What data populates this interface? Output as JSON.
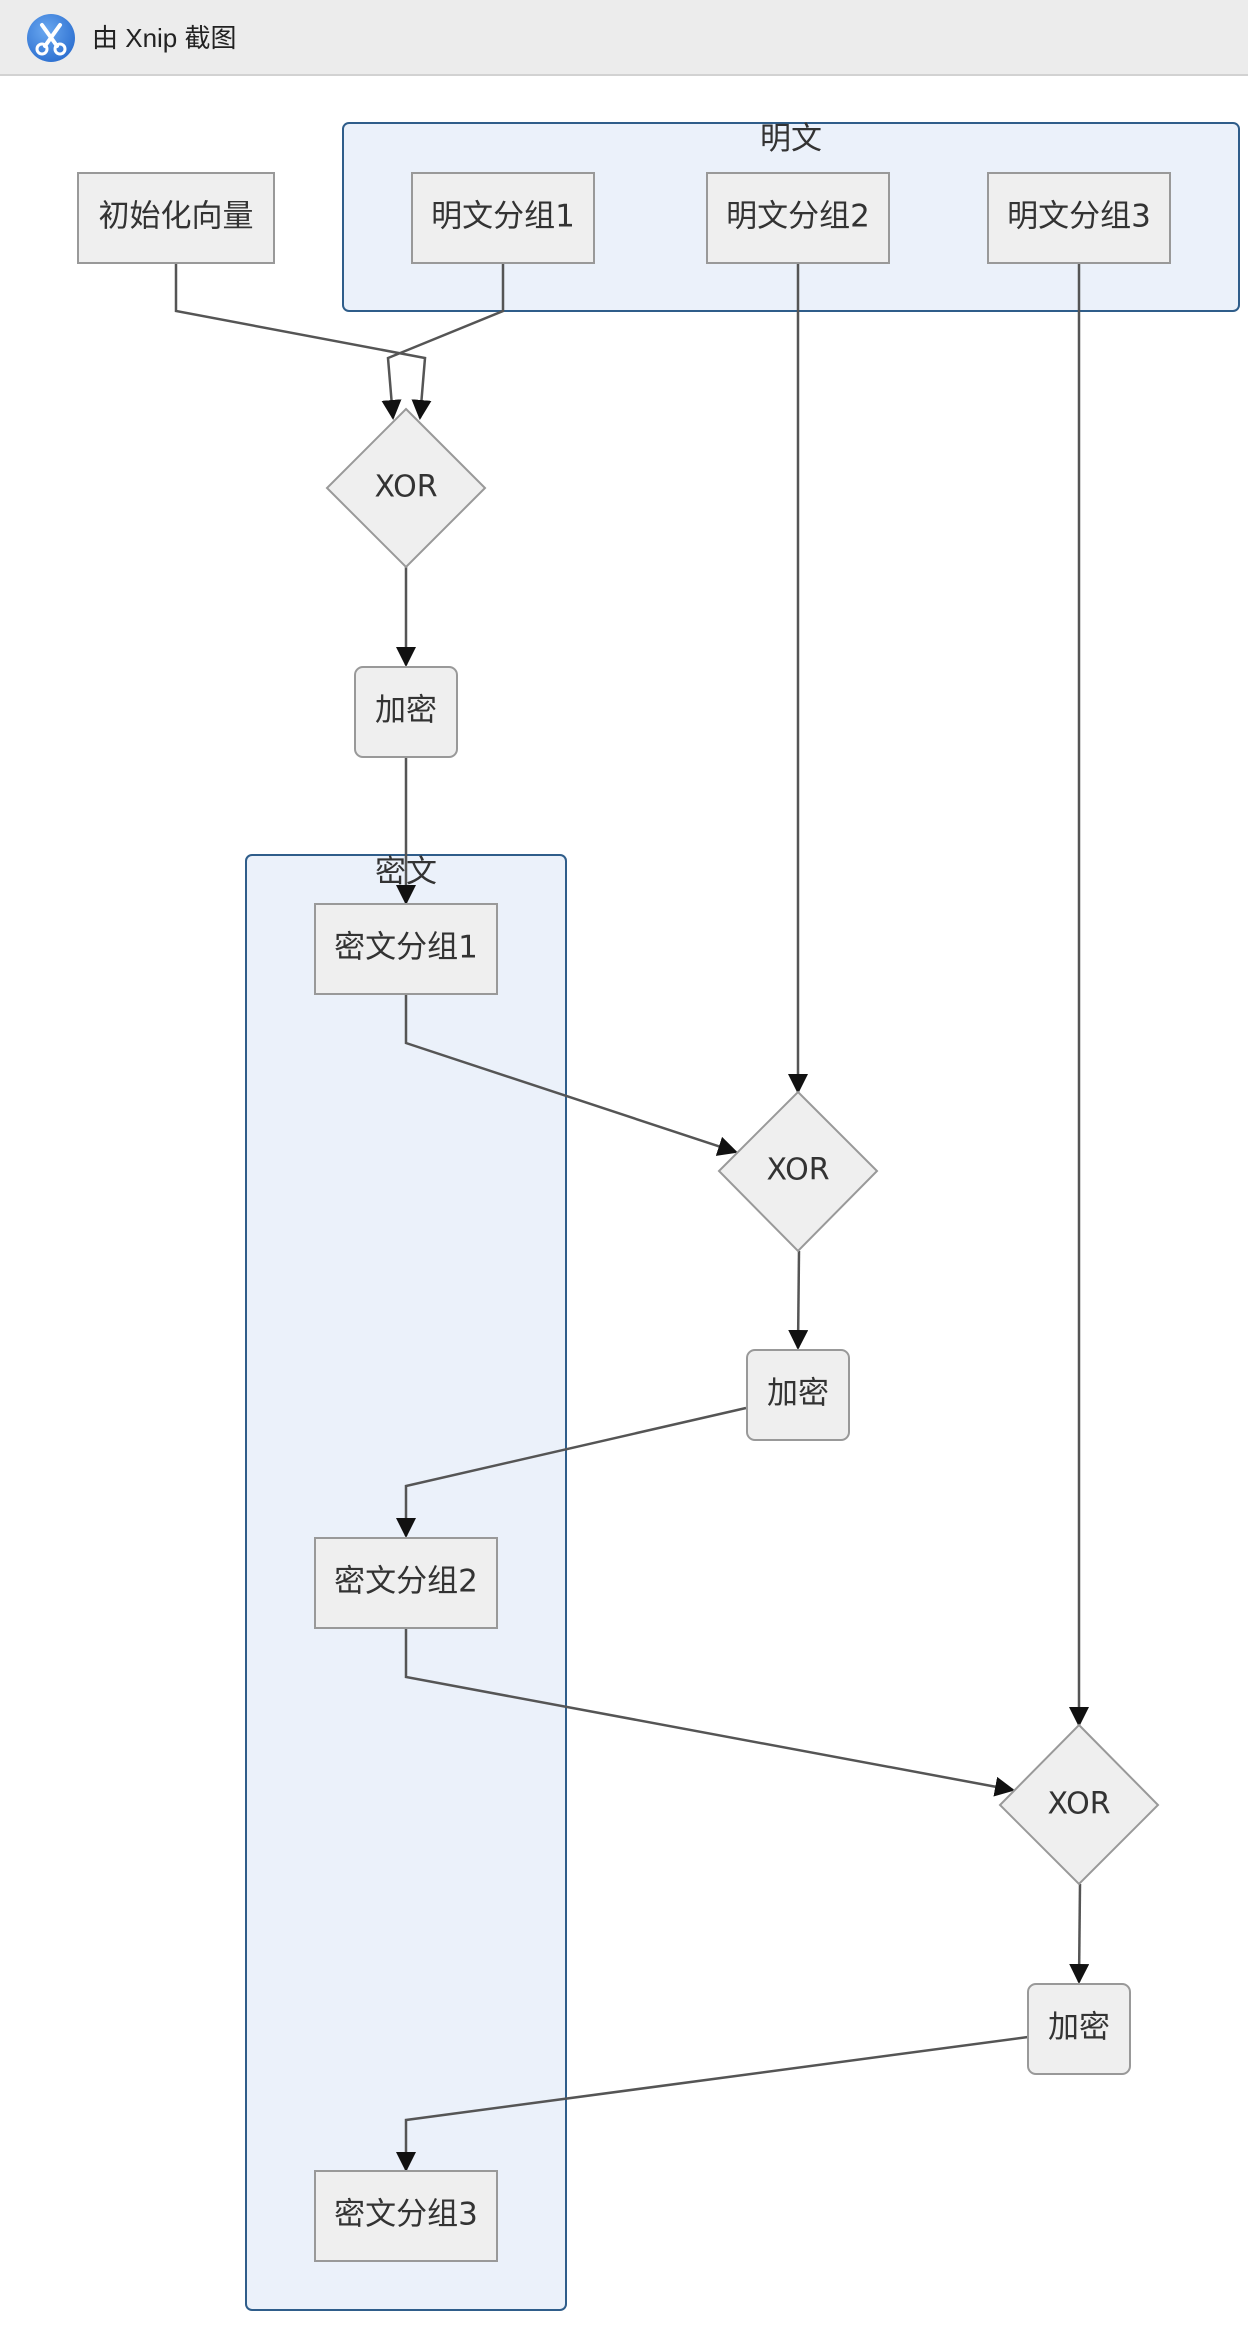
{
  "window": {
    "title": "由 Xnip 截图",
    "icon": "scissors-icon"
  },
  "diagram": {
    "plaintext_group": {
      "label": "明文",
      "blocks": [
        "明文分组1",
        "明文分组2",
        "明文分组3"
      ]
    },
    "ciphertext_group": {
      "label": "密文",
      "blocks": [
        "密文分组1",
        "密文分组2",
        "密文分组3"
      ]
    },
    "iv": "初始化向量",
    "xor_label": "XOR",
    "encrypt_label": "加密",
    "colors": {
      "group_fill": "#ebf1fa",
      "group_border": "#2f5d8a",
      "node_fill": "#efefef",
      "node_border": "#999999",
      "edge": "#555555"
    }
  }
}
